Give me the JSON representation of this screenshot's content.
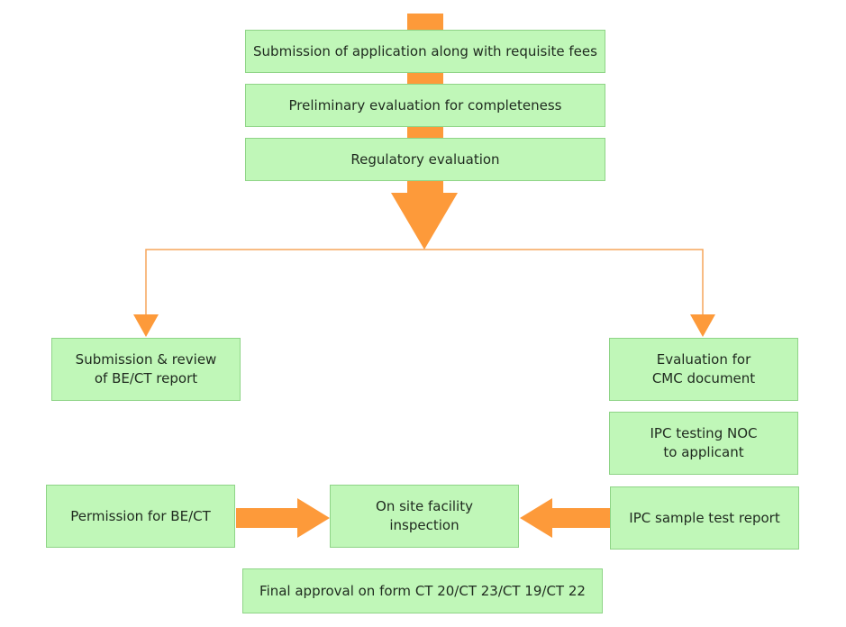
{
  "steps": {
    "submission": "Submission of application along with requisite fees",
    "preliminary": "Preliminary evaluation for completeness",
    "regulatory": "Regulatory evaluation",
    "be_ct_review": "Submission & review\nof BE/CT report",
    "cmc": "Evaluation for\nCMC document",
    "ipc_noc": "IPC testing NOC\nto applicant",
    "permission": "Permission for BE/CT",
    "inspection": "On site facility\ninspection",
    "ipc_report": "IPC sample test report",
    "final": "Final approval on form CT 20/CT 23/CT 19/CT 22"
  },
  "colors": {
    "box_fill": "#c0f7b8",
    "box_border": "#8fd487",
    "arrow": "#fd9a3a",
    "connector": "#f5a65b"
  }
}
